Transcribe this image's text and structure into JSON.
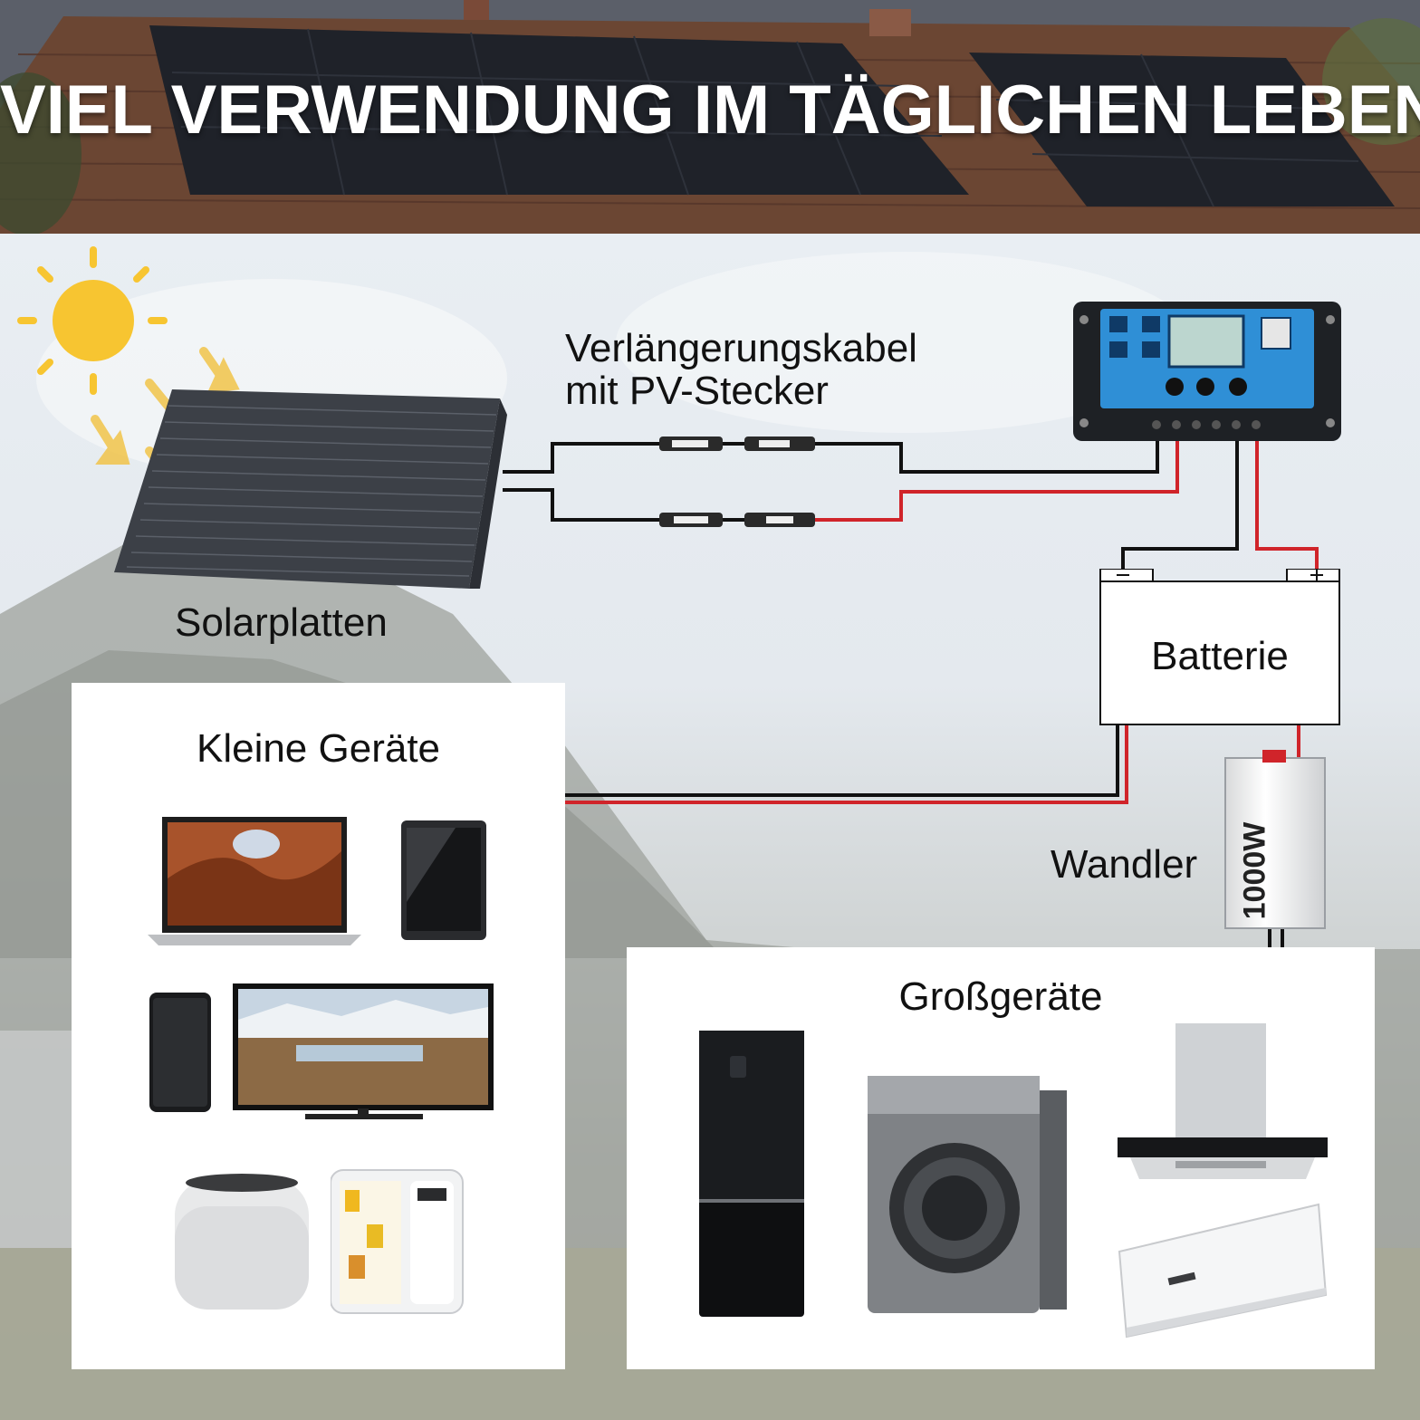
{
  "header": {
    "title": "VIEL VERWENDUNG IM TÄGLICHEN LEBEN"
  },
  "diagram": {
    "solar_panel_label": "Solarplatten",
    "cable_label_line1": "Verlängerungskabel",
    "cable_label_line2": "mit PV-Stecker",
    "battery_label": "Batterie",
    "inverter_label": "Wandler",
    "inverter_rating": "1000W"
  },
  "small_devices": {
    "title": "Kleine Geräte"
  },
  "large_devices": {
    "title": "Großgeräte"
  },
  "colors": {
    "sun": "#f7c531",
    "wire_black": "#111111",
    "wire_red": "#d0242a",
    "controller": "#2f8fd6"
  }
}
